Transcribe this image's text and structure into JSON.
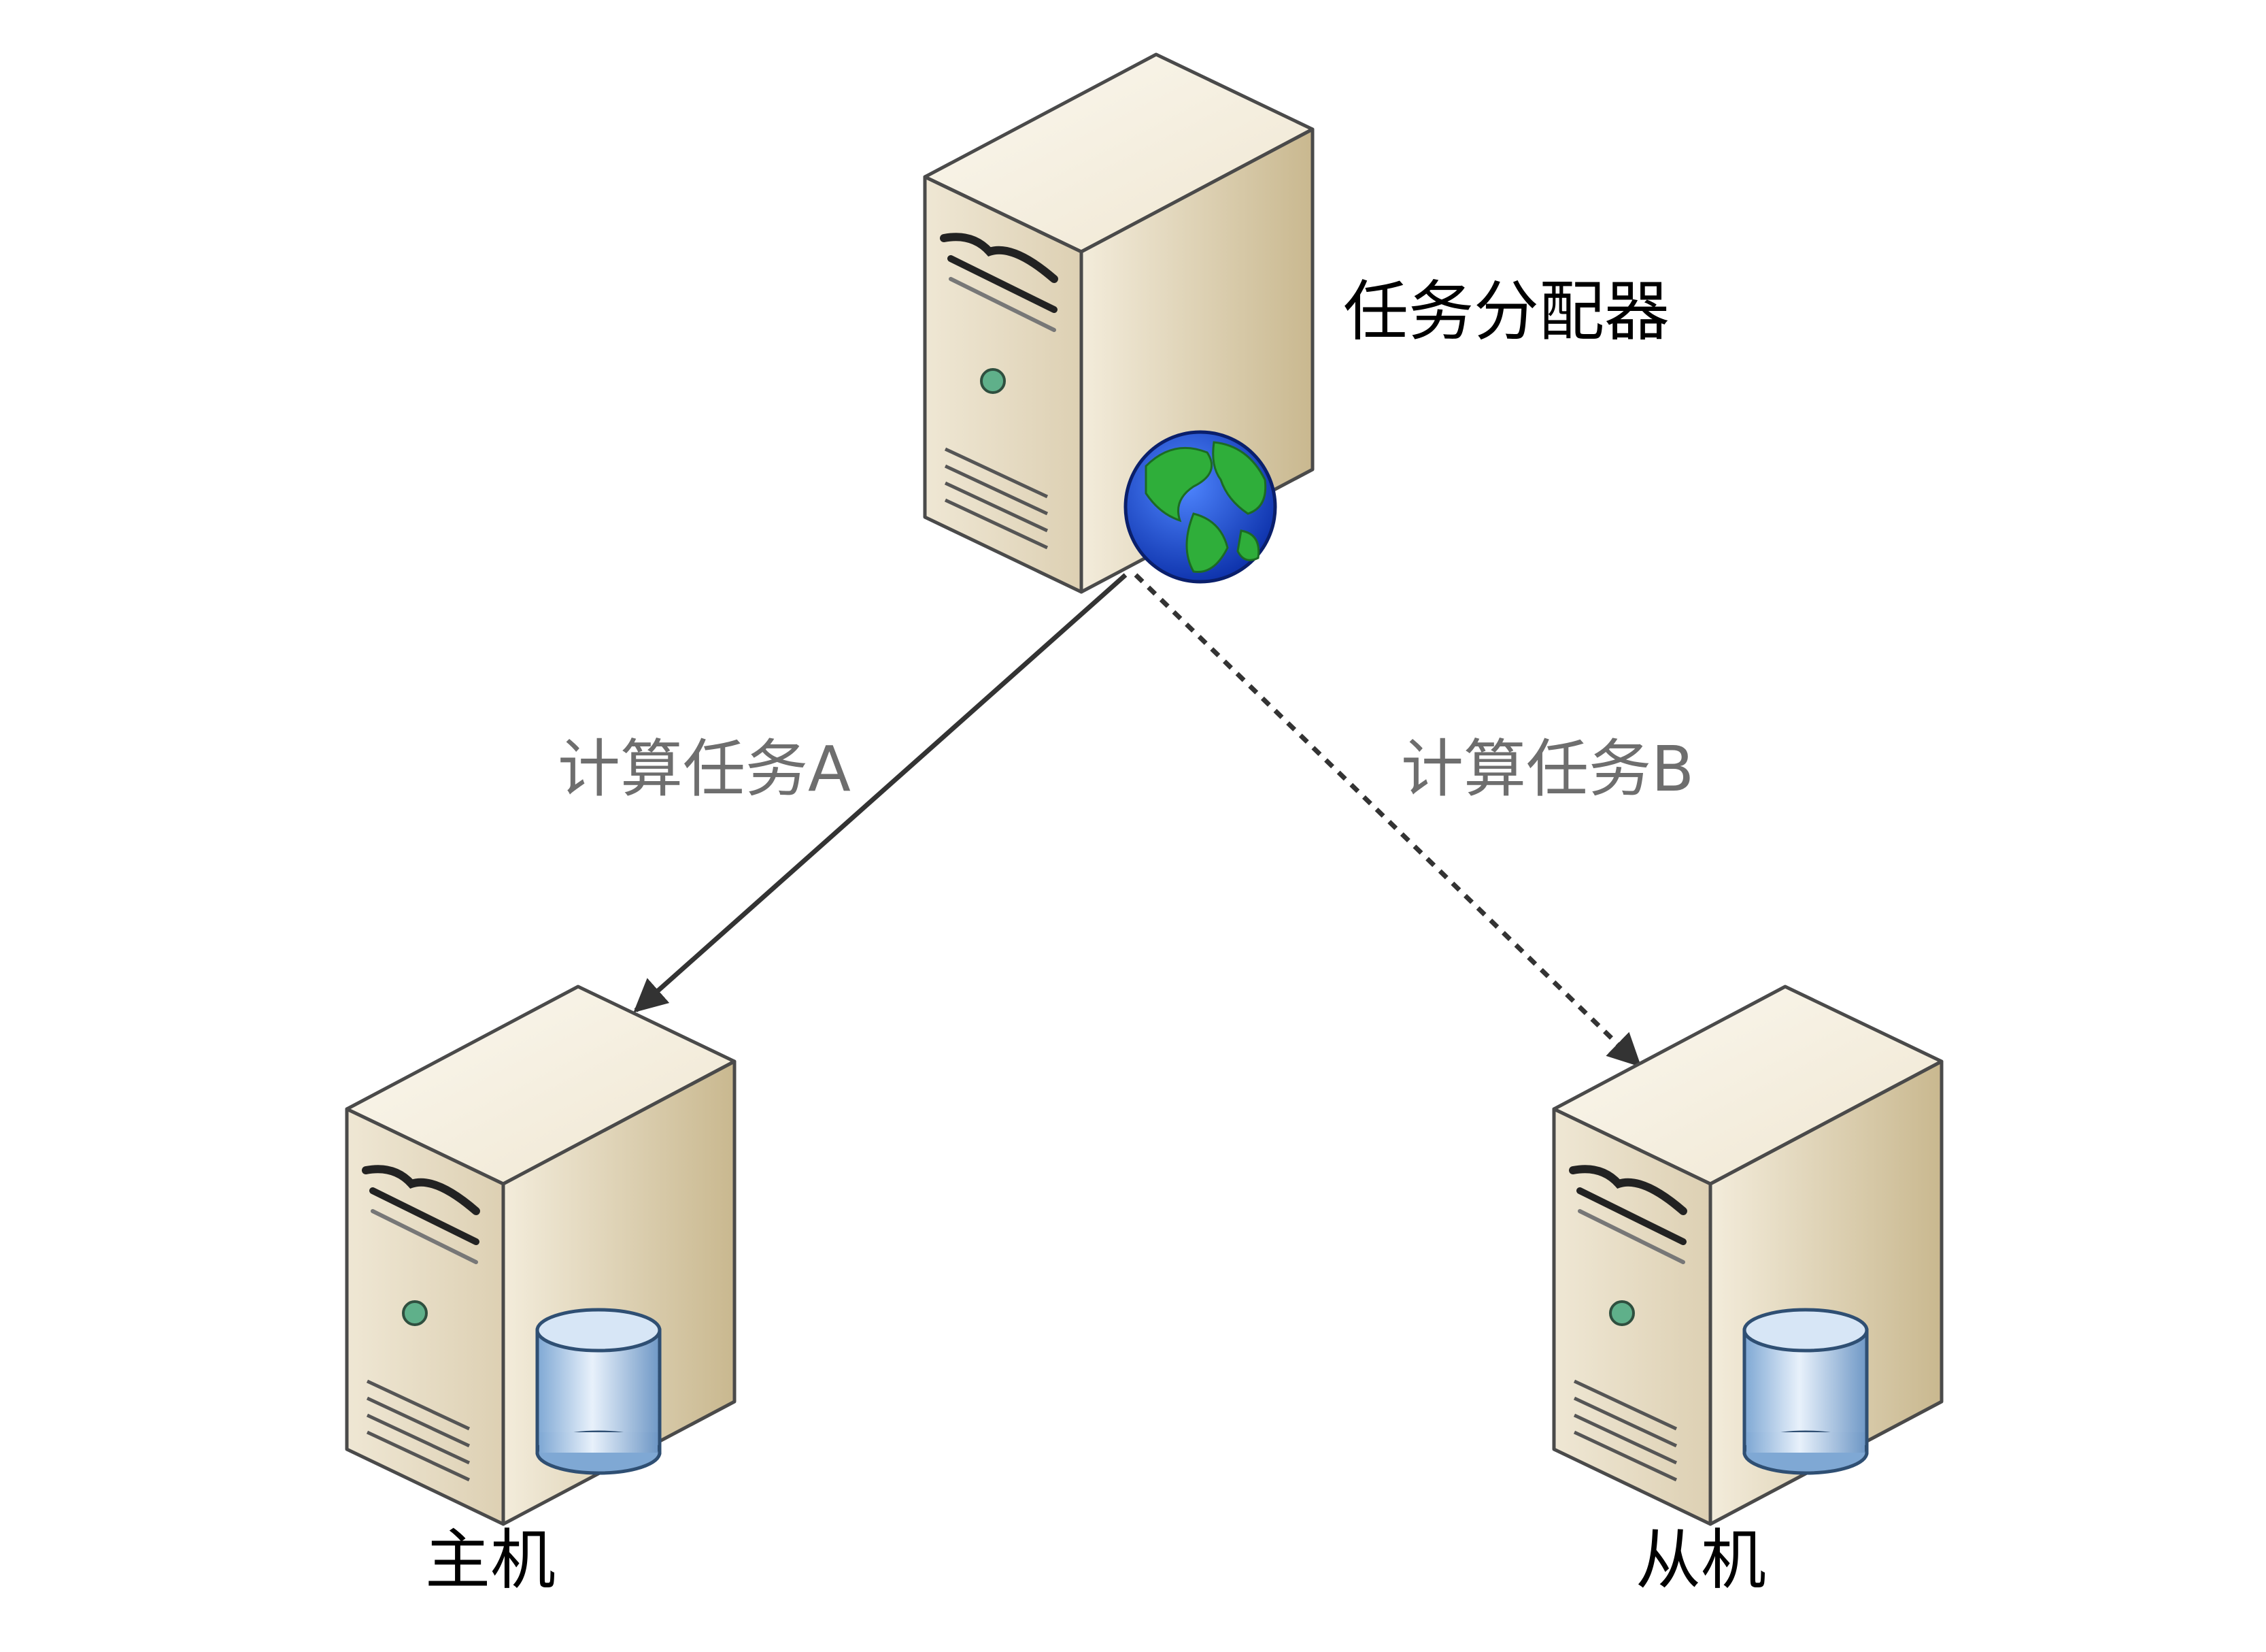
{
  "nodes": {
    "dispatcher": {
      "label": "任务分配器",
      "badge_icon": "globe-icon"
    },
    "master": {
      "label": "主机",
      "badge_icon": "database-icon"
    },
    "slave": {
      "label": "从机",
      "badge_icon": "database-icon"
    }
  },
  "edges": {
    "task_a": {
      "label": "计算任务A",
      "style": "solid"
    },
    "task_b": {
      "label": "计算任务B",
      "style": "dashed"
    }
  },
  "colors": {
    "server_front": "#e6dcc6",
    "server_side": "#cbbb98",
    "server_top": "#f6f1e4",
    "outline": "#4a4a4a",
    "edge_stroke": "#333333",
    "edge_label": "#6e6e6e",
    "globe_ocean": "#1e4fd6",
    "globe_land": "#2fae3a",
    "db_fill": "#a9c8e6"
  }
}
